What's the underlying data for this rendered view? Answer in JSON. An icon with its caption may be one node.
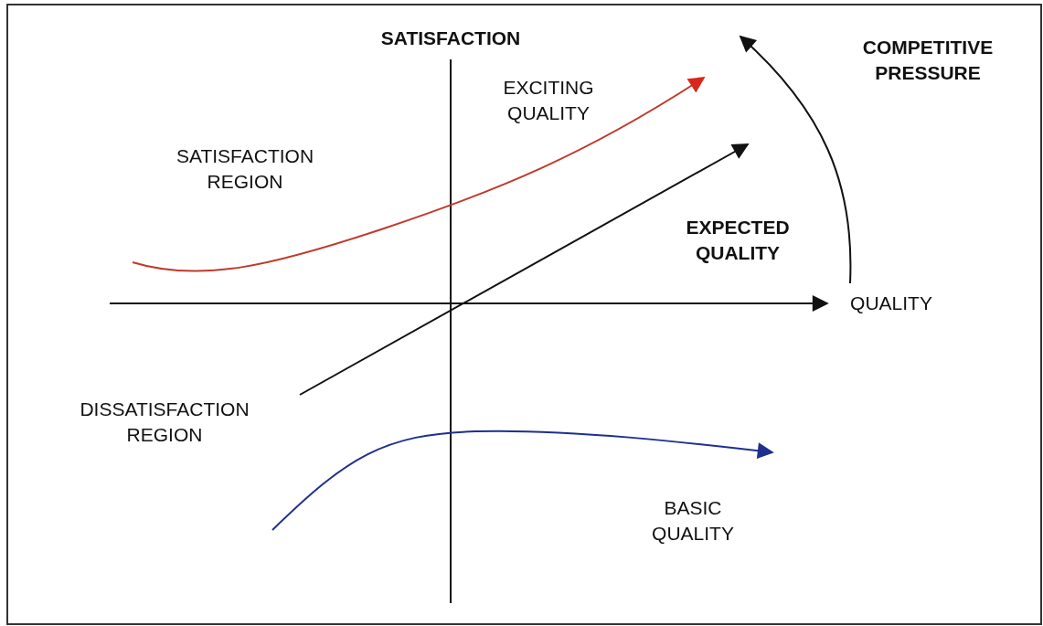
{
  "diagram": {
    "labels": [
      "SATISFACTION",
      "EXCITING QUALITY",
      "COMPETITIVE PRESSURE",
      "SATISFACTION REGION",
      "EXPECTED QUALITY",
      "QUALITY",
      "DISSATISFACTION REGION",
      "BASIC QUALITY"
    ]
  }
}
